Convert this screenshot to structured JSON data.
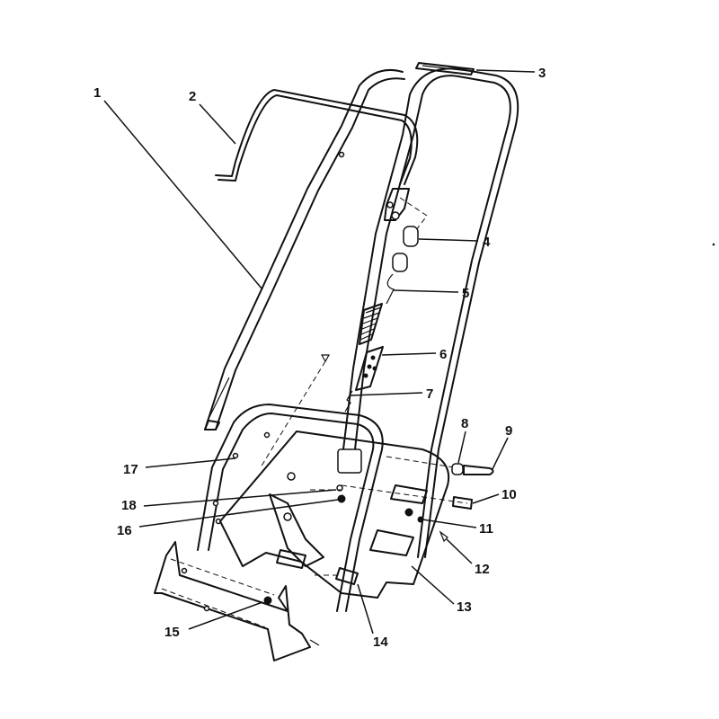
{
  "callouts": [
    {
      "label": "1"
    },
    {
      "label": "2"
    },
    {
      "label": "3"
    },
    {
      "label": "4"
    },
    {
      "label": "5"
    },
    {
      "label": "6"
    },
    {
      "label": "7"
    },
    {
      "label": "8"
    },
    {
      "label": "9"
    },
    {
      "label": "10"
    },
    {
      "label": "11"
    },
    {
      "label": "12"
    },
    {
      "label": "13"
    },
    {
      "label": "14"
    },
    {
      "label": "15"
    },
    {
      "label": "16"
    },
    {
      "label": "17"
    },
    {
      "label": "18"
    }
  ]
}
